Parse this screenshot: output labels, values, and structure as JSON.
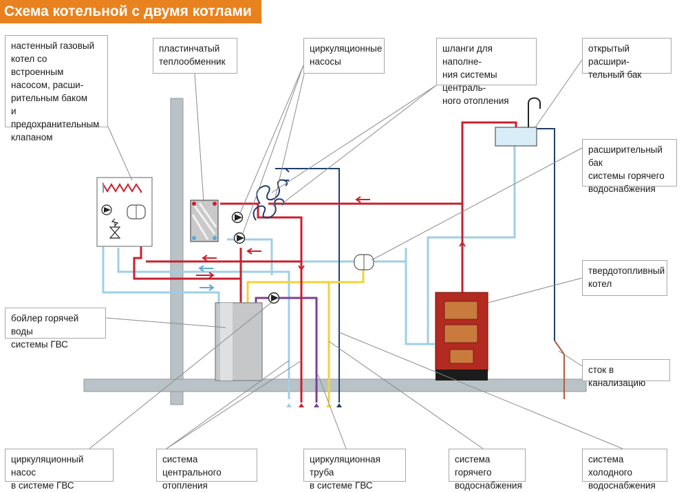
{
  "title": "Схема котельной с двумя котлами",
  "labels": {
    "gas_boiler": "настенный газовый\nкотел со встроенным\nнасосом, расши-\nрительным баком\nи предохранительным\nклапаном",
    "plate_exchanger": "пластинчатый\nтеплообменник",
    "circ_pumps": "циркуляционные\nнасосы",
    "hoses": "шланги для наполне-\nния системы централь-\nного отопления",
    "open_tank": "открытый расшири-\nтельный бак",
    "hws_tank": "расширительный бак\nсистемы горячего\nводоснабжения",
    "solid_boiler": "твердотопливный\nкотел",
    "sewer": "сток в канализацию",
    "hw_boiler": "бойлер горячей воды\nсистемы ГВС",
    "circ_pump_gvs": "циркуляционный насос\nв системе ГВС",
    "central_heating": "система центрального\nотопления",
    "circ_pipe_gvs": "циркуляционная труба\nв системе ГВС",
    "hot_water": "система горячего\nводоснабжения",
    "cold_water": "система холодного\nводоснабжения"
  },
  "colors": {
    "title_bg": "#e8821f",
    "supply_pipe": "#c8202e",
    "return_pipe": "#9ecfe6",
    "cold_water_pipe": "#1f3d6e",
    "hot_water_pipe": "#f2d13a",
    "gvs_circulation_pipe": "#7b3f98",
    "wall": "#b9c2c6",
    "solid_boiler_body": "#b22a20"
  }
}
